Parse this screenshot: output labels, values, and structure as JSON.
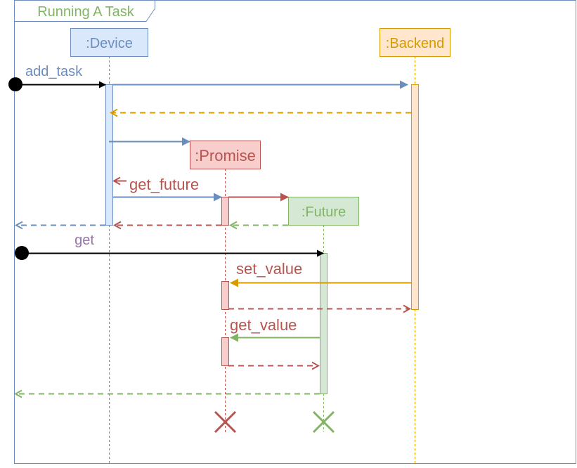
{
  "frame": {
    "title": "Running A Task"
  },
  "participants": {
    "device": ":Device",
    "backend": ":Backend",
    "promise": ":Promise",
    "future": ":Future"
  },
  "messages": {
    "add_task": "add_task",
    "get_future": "get_future",
    "get": "get",
    "set_value": "set_value",
    "get_value": "get_value"
  },
  "colors": {
    "blue": "#6c8ebf",
    "blue_fill": "#dae8fc",
    "orange": "#d79b00",
    "orange_fill": "#ffe6cc",
    "red": "#b85450",
    "red_fill": "#f8cecc",
    "green": "#82b366",
    "green_fill": "#d5e8d4",
    "purple": "#9673a6",
    "frame_title": "#82b366"
  }
}
